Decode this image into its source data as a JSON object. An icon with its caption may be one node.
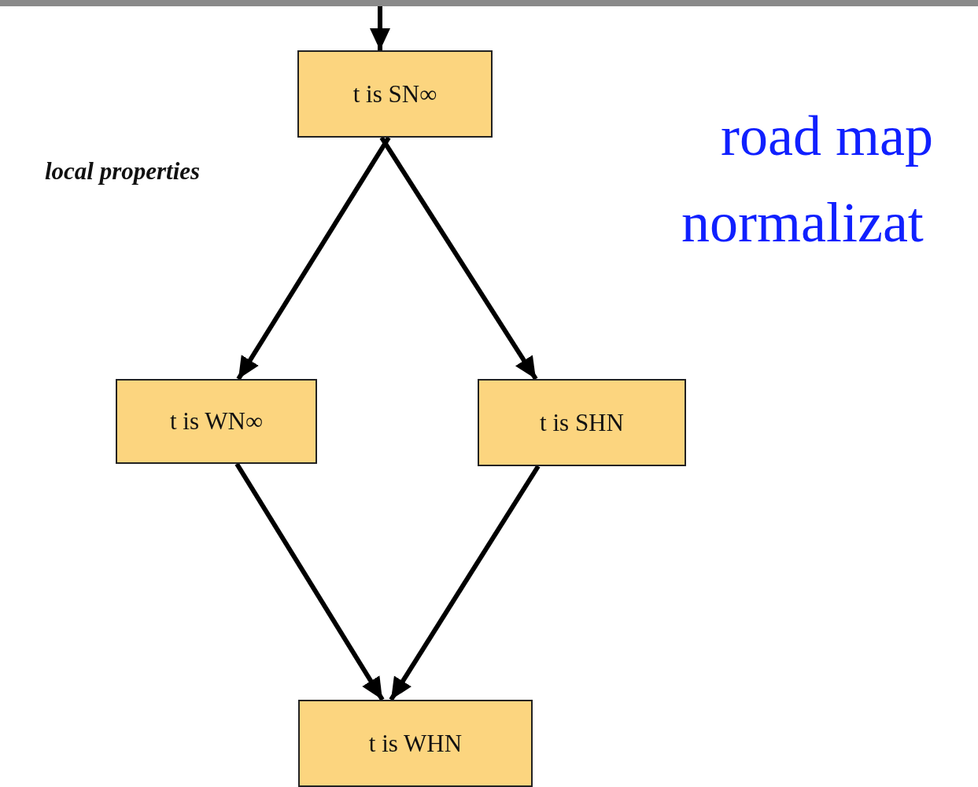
{
  "diagram": {
    "nodes": [
      {
        "text": [
          "t is SN∞"
        ]
      },
      {
        "text": [
          "t is WN∞"
        ]
      },
      {
        "text": [
          "t is SHN"
        ]
      },
      {
        "text": [
          "t is WHN"
        ]
      }
    ],
    "edges": [
      {
        "from": null,
        "to": 0,
        "arrow": "to"
      },
      {
        "from": 0,
        "to": 1,
        "arrow": "to"
      },
      {
        "from": 0,
        "to": 2,
        "arrow": "to"
      },
      {
        "from": 1,
        "to": 3,
        "arrow": "to"
      },
      {
        "from": 2,
        "to": 3,
        "arrow": "to"
      }
    ],
    "labels": [
      "local properties",
      "road map",
      "normalizat"
    ]
  }
}
